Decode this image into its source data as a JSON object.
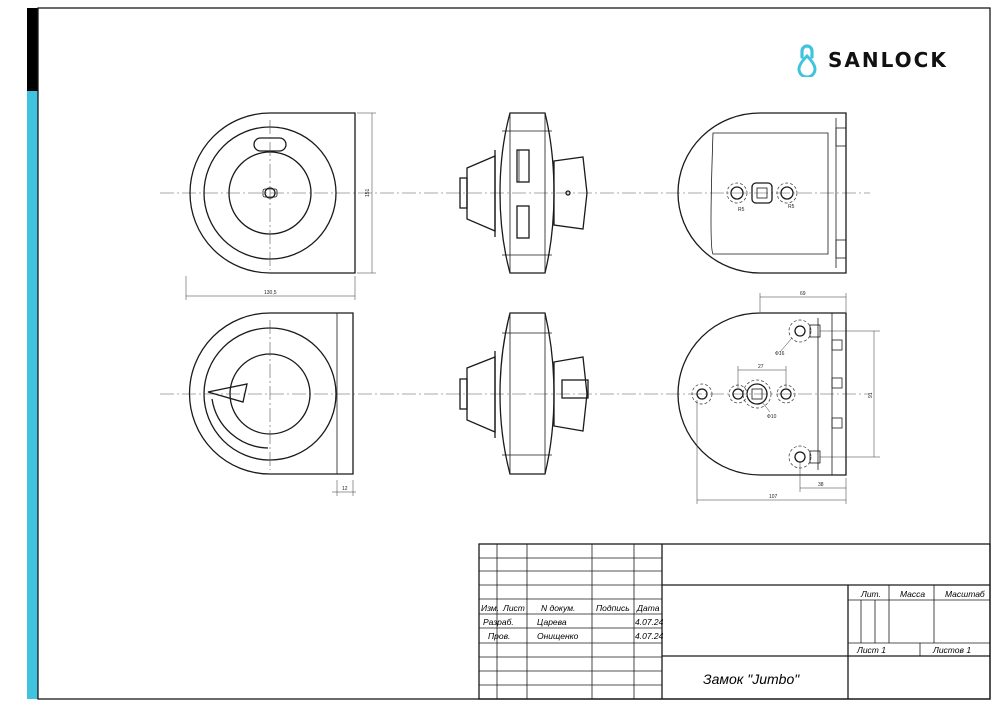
{
  "brand": {
    "name": "SANLOCK",
    "accent_color": "#3fc3de",
    "logo_icon": "padlock-drop-icon"
  },
  "dimensions": {
    "front_height": "151",
    "front_width": "130,5",
    "side_depth": "12",
    "plate_width": "69",
    "plate_height": "91",
    "plate_total": "107",
    "hole_spacing": "27",
    "slot_offset": "38",
    "hole_dia_large": "Ф16",
    "hole_dia_center": "Ф10",
    "small_hole_left": "R5",
    "small_hole_right": "R5"
  },
  "title_block": {
    "columns": [
      "Изм.",
      "Лист",
      "N докум.",
      "Подпись",
      "Дата"
    ],
    "rows": [
      {
        "role": "Разраб.",
        "name": "Царева",
        "date": "4.07.24"
      },
      {
        "role": "Пров.",
        "name": "Онищенко",
        "date": "4.07.24"
      }
    ],
    "lit_label": "Лит.",
    "mass_label": "Масса",
    "scale_label": "Масштаб",
    "sheet_label": "Лист 1",
    "sheets_label": "Листов 1",
    "product_name": "Замок \"Jumbo\""
  }
}
